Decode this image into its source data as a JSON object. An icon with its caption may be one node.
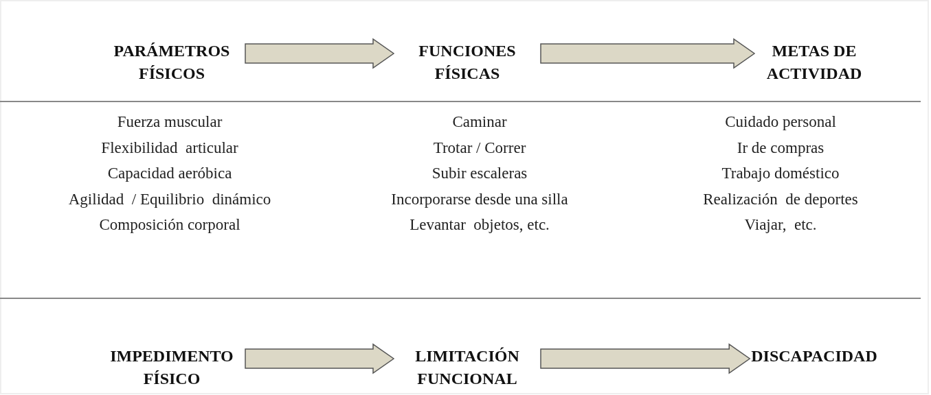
{
  "diagram": {
    "nodes": [
      {
        "text": [
          "PARÁMETROS FÍSICOS"
        ]
      },
      {
        "text": [
          "FUNCIONES FÍSICAS"
        ]
      },
      {
        "text": [
          "METAS DE ACTIVIDAD"
        ]
      },
      {
        "text": [
          "IMPEDIMENTO FÍSICO"
        ]
      },
      {
        "text": [
          "LIMITACIÓN FUNCIONAL"
        ]
      },
      {
        "text": [
          "DISCAPACIDAD"
        ]
      }
    ],
    "edges": [
      {
        "from": 0,
        "to": 1,
        "arrow": "to"
      },
      {
        "from": 1,
        "to": 2,
        "arrow": "to"
      },
      {
        "from": 3,
        "to": 4,
        "arrow": "to"
      },
      {
        "from": 4,
        "to": 5,
        "arrow": "to"
      }
    ],
    "labels": [
      "Fuerza muscular",
      "Flexibilidad  articular",
      "Capacidad aeróbica",
      "Agilidad  / Equilibrio  dinámico",
      "Composición corporal",
      "Caminar",
      "Trotar / Correr",
      "Subir escaleras",
      "Incorporarse desde una silla",
      "Levantar  objetos, etc.",
      "Cuidado personal",
      "Ir de compras",
      "Trabajo doméstico",
      "Realización  de deportes",
      "Viajar,  etc."
    ]
  }
}
